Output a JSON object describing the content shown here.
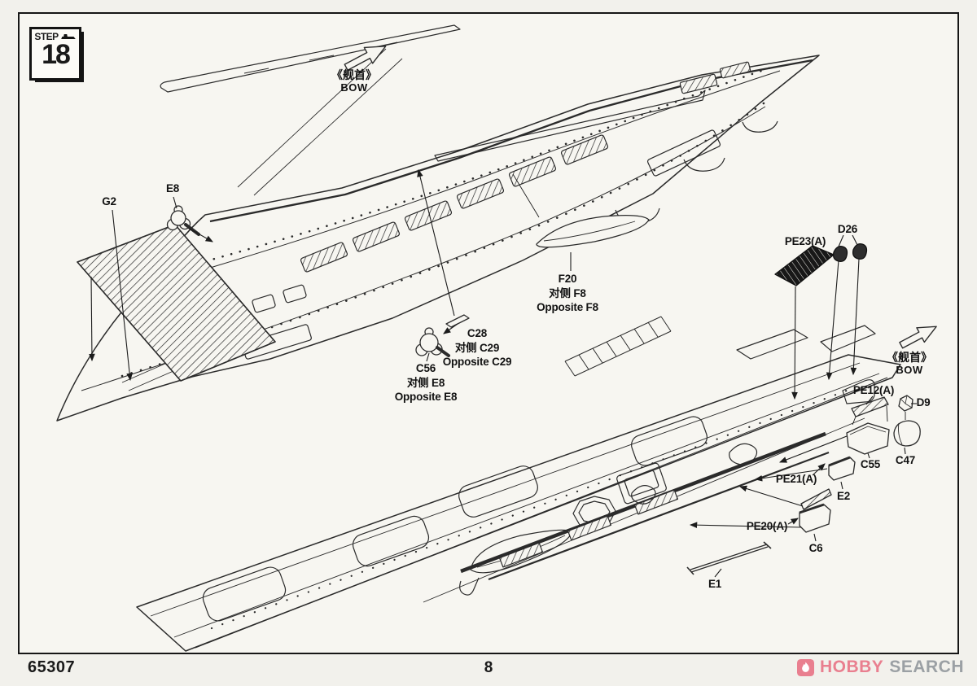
{
  "page": {
    "step": {
      "label": "STEP",
      "number": "18"
    },
    "footer": {
      "product_code": "65307",
      "page_number": "8"
    },
    "logo": {
      "word1": "HOBBY",
      "word2": "SEARCH"
    }
  },
  "annotations": {
    "bow_top": {
      "zh": "《舰首》",
      "en": "BOW"
    },
    "bow_right": {
      "zh": "《舰首》",
      "en": "BOW"
    }
  },
  "callouts": [
    {
      "id": "G2",
      "lines": [
        "G2"
      ]
    },
    {
      "id": "E8",
      "lines": [
        "E8"
      ]
    },
    {
      "id": "F20",
      "lines": [
        "F20",
        "对侧 F8",
        "Opposite F8"
      ]
    },
    {
      "id": "C28",
      "lines": [
        "C28",
        "对侧 C29",
        "Opposite C29"
      ]
    },
    {
      "id": "C56",
      "lines": [
        "C56",
        "对侧 E8",
        "Opposite E8"
      ]
    },
    {
      "id": "PE23A",
      "lines": [
        "PE23(A)"
      ]
    },
    {
      "id": "D26",
      "lines": [
        "D26"
      ]
    },
    {
      "id": "PE12A",
      "lines": [
        "PE12(A)"
      ]
    },
    {
      "id": "D9",
      "lines": [
        "D9"
      ]
    },
    {
      "id": "C55",
      "lines": [
        "C55"
      ]
    },
    {
      "id": "C47",
      "lines": [
        "C47"
      ]
    },
    {
      "id": "PE21A",
      "lines": [
        "PE21(A)"
      ]
    },
    {
      "id": "E2",
      "lines": [
        "E2"
      ]
    },
    {
      "id": "PE20A",
      "lines": [
        "PE20(A)"
      ]
    },
    {
      "id": "C6",
      "lines": [
        "C6"
      ]
    },
    {
      "id": "E1",
      "lines": [
        "E1"
      ]
    }
  ],
  "colors": {
    "ink": "#2b2b2b",
    "paper": "#f7f6f1",
    "logo_pink": "#e97f8f",
    "logo_gray": "#9ba0a4"
  }
}
